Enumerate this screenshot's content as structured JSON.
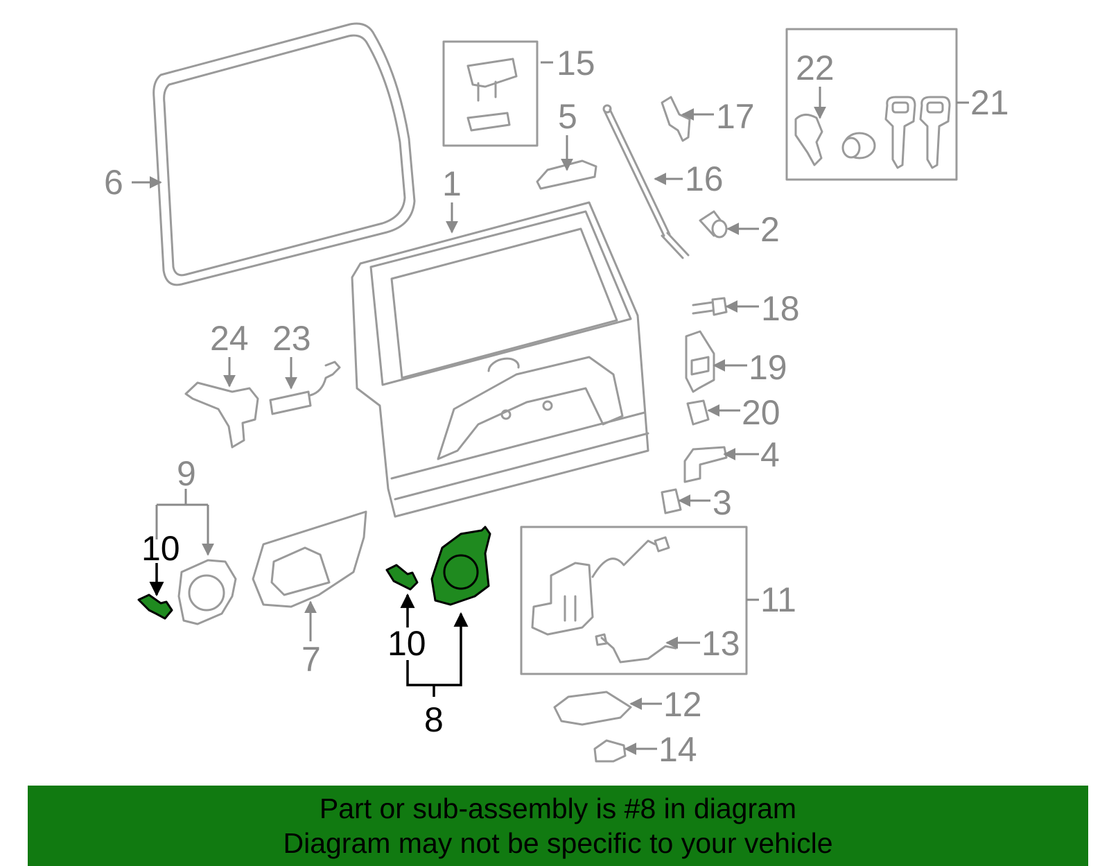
{
  "colors": {
    "highlight": "#1f8a1f",
    "banner": "#117a11",
    "line_gray": "#9a9a9a",
    "label_gray": "#8a8a8a"
  },
  "labels": {
    "p1": "1",
    "p2": "2",
    "p3": "3",
    "p4": "4",
    "p5": "5",
    "p6": "6",
    "p7": "7",
    "p8": "8",
    "p9": "9",
    "p10a": "10",
    "p10b": "10",
    "p11": "11",
    "p12": "12",
    "p13": "13",
    "p14": "14",
    "p15": "15",
    "p16": "16",
    "p17": "17",
    "p18": "18",
    "p19": "19",
    "p20": "20",
    "p21": "21",
    "p22": "22",
    "p23": "23",
    "p24": "24"
  },
  "banner": {
    "line1": "Part or sub-assembly is #8 in diagram",
    "line2": "Diagram may not be specific to your vehicle"
  }
}
